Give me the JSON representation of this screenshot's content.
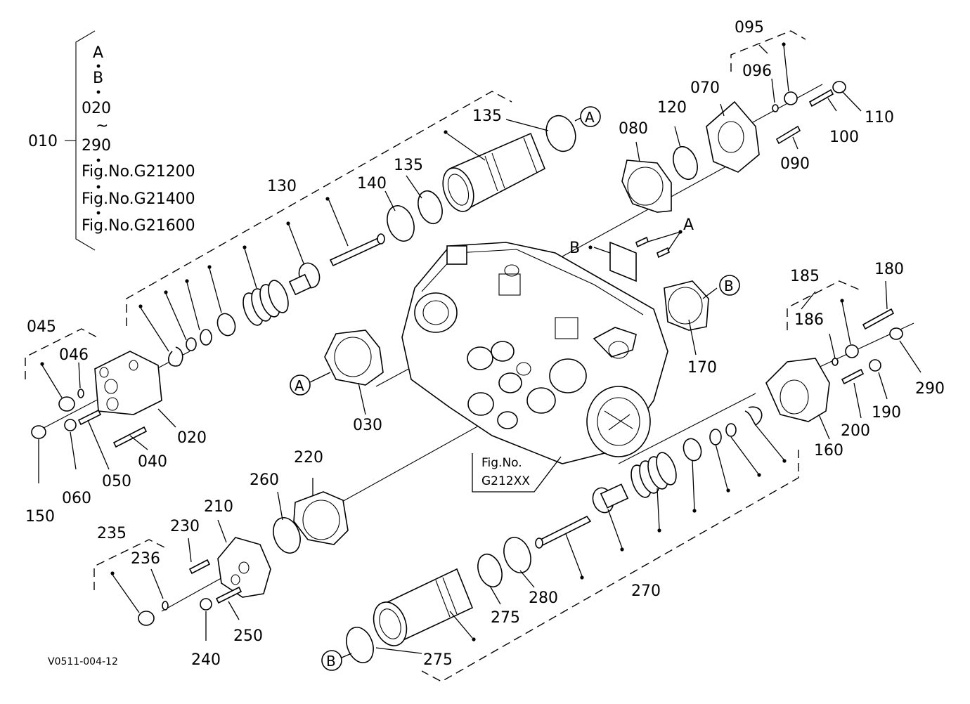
{
  "legend": {
    "ref": "010",
    "items": [
      "A",
      "B",
      "020",
      "~",
      "290",
      "Fig.No.G21200",
      "Fig.No.G21400",
      "Fig.No.G21600"
    ]
  },
  "callout_letters": {
    "a": "A",
    "b": "B"
  },
  "body_ref": {
    "line1": "Fig.No.",
    "line2": "G212XX"
  },
  "footer_code": "V0511-004-12",
  "labels": {
    "p020": "020",
    "p030": "030",
    "p040": "040",
    "p045": "045",
    "p046": "046",
    "p050": "050",
    "p060": "060",
    "p070": "070",
    "p080": "080",
    "p090": "090",
    "p095": "095",
    "p096": "096",
    "p100": "100",
    "p110": "110",
    "p120": "120",
    "p130": "130",
    "p135a": "135",
    "p135b": "135",
    "p140": "140",
    "p150": "150",
    "p160": "160",
    "p170": "170",
    "p180": "180",
    "p185": "185",
    "p186": "186",
    "p190": "190",
    "p200": "200",
    "p210": "210",
    "p220": "220",
    "p230": "230",
    "p235": "235",
    "p236": "236",
    "p240": "240",
    "p250": "250",
    "p260": "260",
    "p270": "270",
    "p275a": "275",
    "p275b": "275",
    "p280": "280",
    "p290": "290"
  }
}
